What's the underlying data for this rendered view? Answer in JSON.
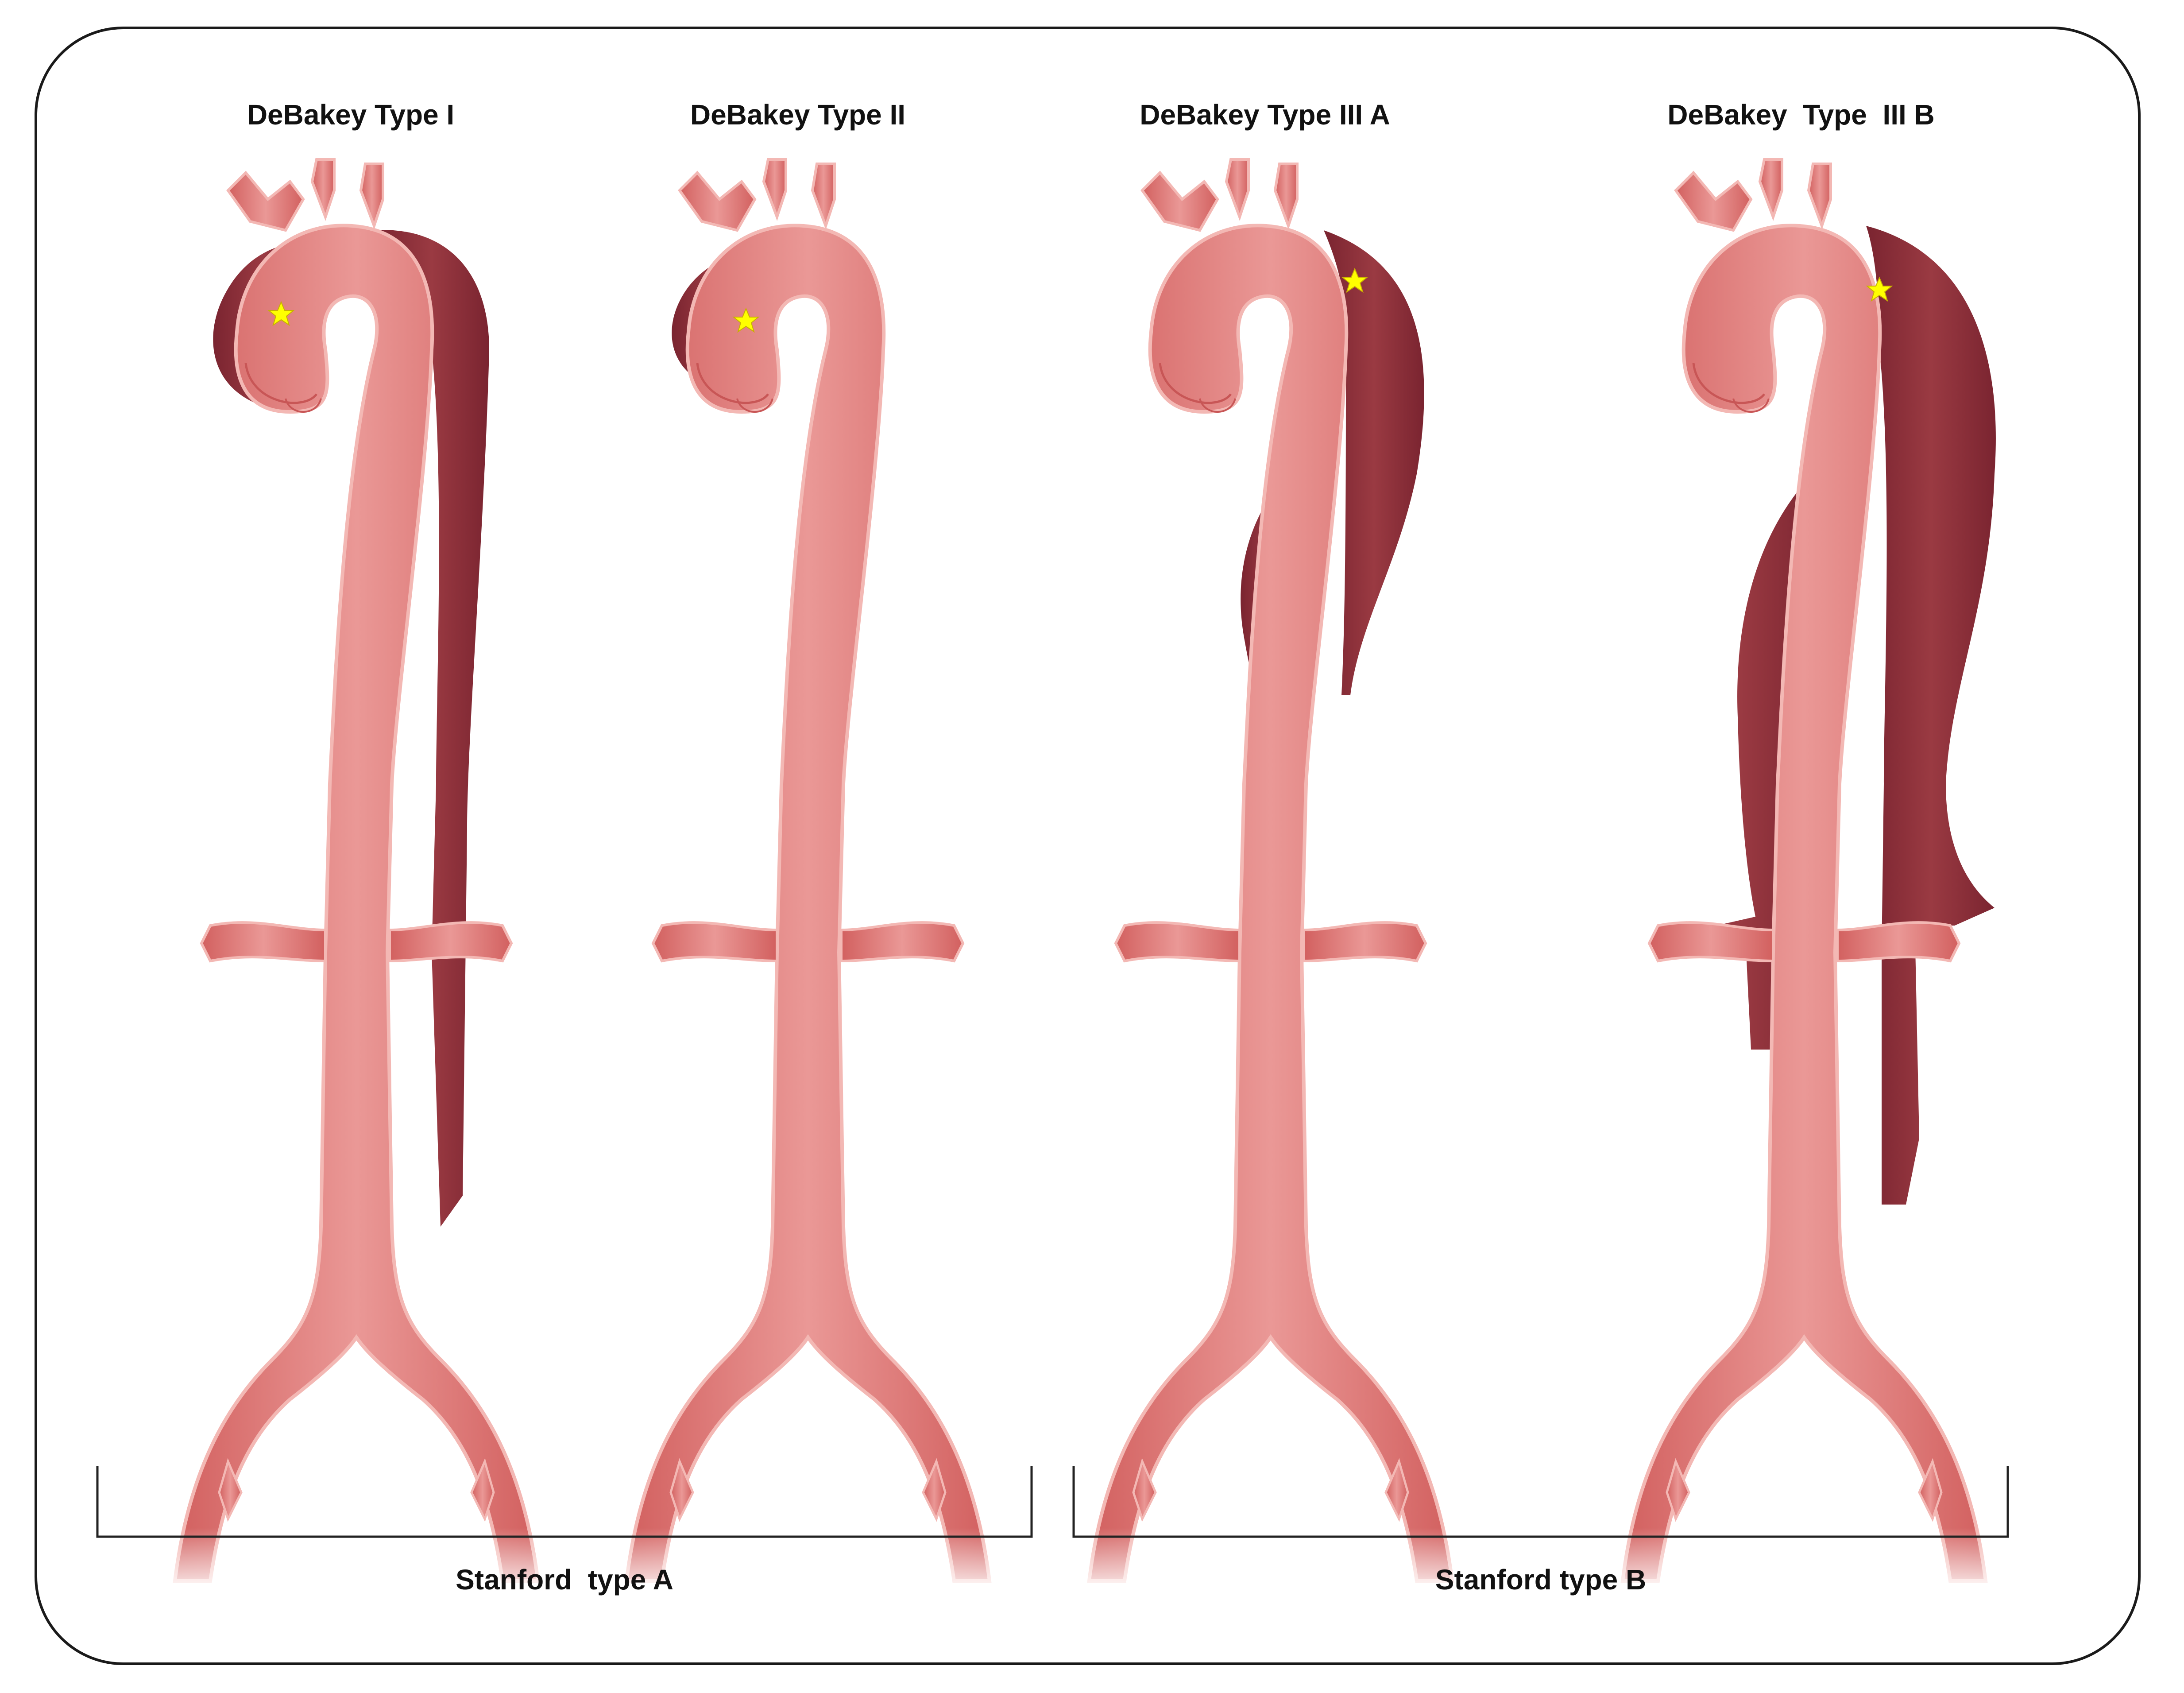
{
  "panels": [
    {
      "title": "DeBakey Type I"
    },
    {
      "title": "DeBakey Type II"
    },
    {
      "title": "DeBakey Type III A"
    },
    {
      "title": "DeBakey  Type  III B"
    }
  ],
  "groups": [
    {
      "label": "Stanford  type A"
    },
    {
      "label": "Stanford type B"
    }
  ],
  "colors": {
    "aorta_fill": "#e07a7a",
    "aorta_light": "#ec9a98",
    "aorta_outline": "#f3b8b4",
    "false_lumen": "#8a2e36",
    "tear_star": "#ffff00",
    "frame": "#1a1a1a"
  },
  "icons": [
    "aorta-illustration",
    "false-lumen",
    "intimal-tear-star-icon",
    "bracket"
  ]
}
